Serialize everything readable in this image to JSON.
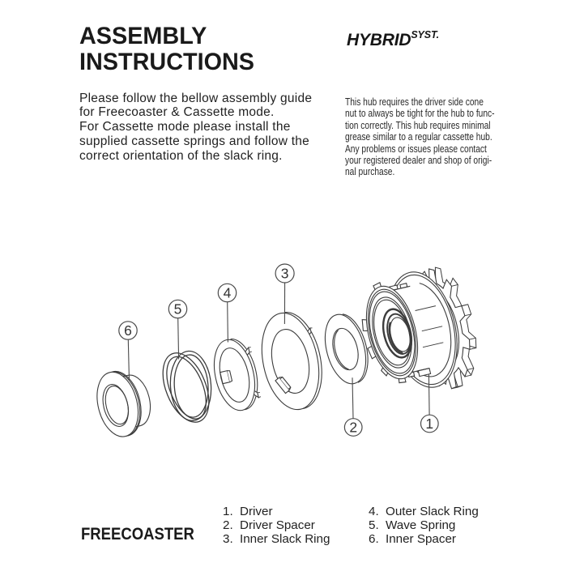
{
  "page": {
    "background": "#ffffff",
    "ink": "#1b1b1b",
    "diagram_stroke": "#3c3c3c"
  },
  "header": {
    "title": "ASSEMBLY\nINSTRUCTIONS",
    "intro": "Please follow the bellow assembly guide\nfor Freecoaster & Cassette mode.\nFor Cassette mode please install the\nsupplied cassette springs and follow the\ncorrect orientation of the slack ring."
  },
  "logo": {
    "brand": "HYBRID",
    "suffix": "SYST."
  },
  "note": {
    "text": "This hub requires the driver side cone\nnut to always be tight for the hub to func-\ntion correctly. This hub requires minimal\ngrease similar to a regular cassette hub.\nAny problems or issues please contact\nyour registered dealer and shop of origi-\nnal purchase."
  },
  "diagram": {
    "callouts": [
      {
        "number": "1",
        "part": "Driver"
      },
      {
        "number": "2",
        "part": "Driver Spacer"
      },
      {
        "number": "3",
        "part": "Inner Slack Ring"
      },
      {
        "number": "4",
        "part": "Outer Slack Ring"
      },
      {
        "number": "5",
        "part": "Wave Spring"
      },
      {
        "number": "6",
        "part": "Inner Spacer"
      }
    ]
  },
  "footer": {
    "mode_label": "FREECOASTER",
    "parts_col1": [
      {
        "num": "1.",
        "label": "Driver"
      },
      {
        "num": "2.",
        "label": "Driver Spacer"
      },
      {
        "num": "3.",
        "label": "Inner Slack Ring"
      }
    ],
    "parts_col2": [
      {
        "num": "4.",
        "label": "Outer Slack Ring"
      },
      {
        "num": "5.",
        "label": "Wave Spring"
      },
      {
        "num": "6.",
        "label": "Inner Spacer"
      }
    ]
  }
}
